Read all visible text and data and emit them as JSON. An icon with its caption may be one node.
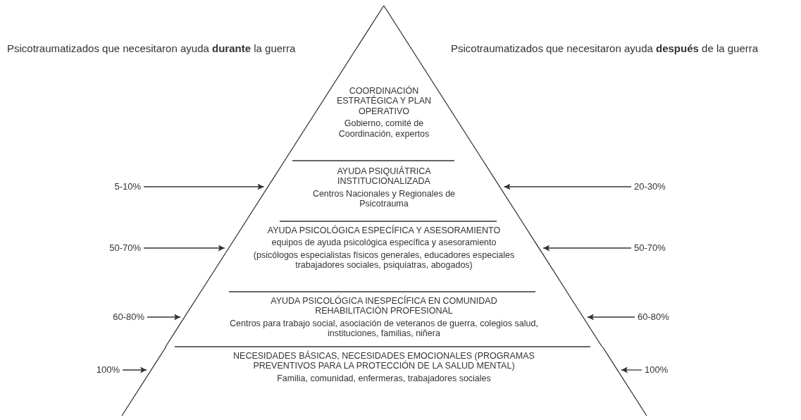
{
  "diagram": {
    "nodes": [
      {
        "text": [
          "COORDINACIÓN ESTRATÉGICA Y PLAN OPERATIVO",
          "Gobierno, comité de Coordinación, expertos"
        ]
      },
      {
        "text": [
          "AYUDA PSIQUIÁTRICA INSTITUCIONALIZADA",
          "Centros Nacionales y Regionales de Psicotrauma"
        ]
      },
      {
        "text": [
          "AYUDA PSICOLÓGICA ESPECÍFICA Y ASESORAMIENTO",
          "equipos de ayuda psicológica específica y asesoramiento",
          "(psicólogos especialistas físicos generales, educadores especiales trabajadores sociales, psiquiatras, abogados)"
        ]
      },
      {
        "text": [
          "AYUDA PSICOLÓGICA INESPECÍFICA EN COMUNIDAD REHABILITACIÓN PROFESIONAL",
          "Centros para trabajo social, asociación de veteranos de guerra, colegios salud, instituciones, familias, niñera"
        ]
      },
      {
        "text": [
          "NECESIDADES BÁSICAS, NECESIDADES EMOCIONALES (PROGRAMAS PREVENTIVOS PARA LA PROTECCIÓN DE LA SALUD MENTAL)",
          "Familia, comunidad, enfermeras, trabajadores sociales"
        ]
      },
      {
        "text": [
          "5-10%"
        ]
      },
      {
        "text": [
          "20-30%"
        ]
      },
      {
        "text": [
          "50-70%"
        ]
      },
      {
        "text": [
          "50-70%"
        ]
      },
      {
        "text": [
          "60-80%"
        ]
      },
      {
        "text": [
          "60-80%"
        ]
      },
      {
        "text": [
          "100%"
        ]
      },
      {
        "text": [
          "100%"
        ]
      }
    ],
    "edges": [
      {
        "from": 5,
        "to": 1,
        "arrow": "to"
      },
      {
        "from": 6,
        "to": 1,
        "arrow": "to"
      },
      {
        "from": 7,
        "to": 2,
        "arrow": "to"
      },
      {
        "from": 8,
        "to": 2,
        "arrow": "to"
      },
      {
        "from": 9,
        "to": 3,
        "arrow": "to"
      },
      {
        "from": 10,
        "to": 3,
        "arrow": "to"
      },
      {
        "from": 11,
        "to": 4,
        "arrow": "to"
      },
      {
        "from": 12,
        "to": 4,
        "arrow": "to"
      }
    ],
    "labels": [
      "Psicotraumatizados que necesitaron ayuda **durante** la guerra",
      "Psicotraumatizados que necesitaron ayuda **después** de la guerra"
    ]
  }
}
